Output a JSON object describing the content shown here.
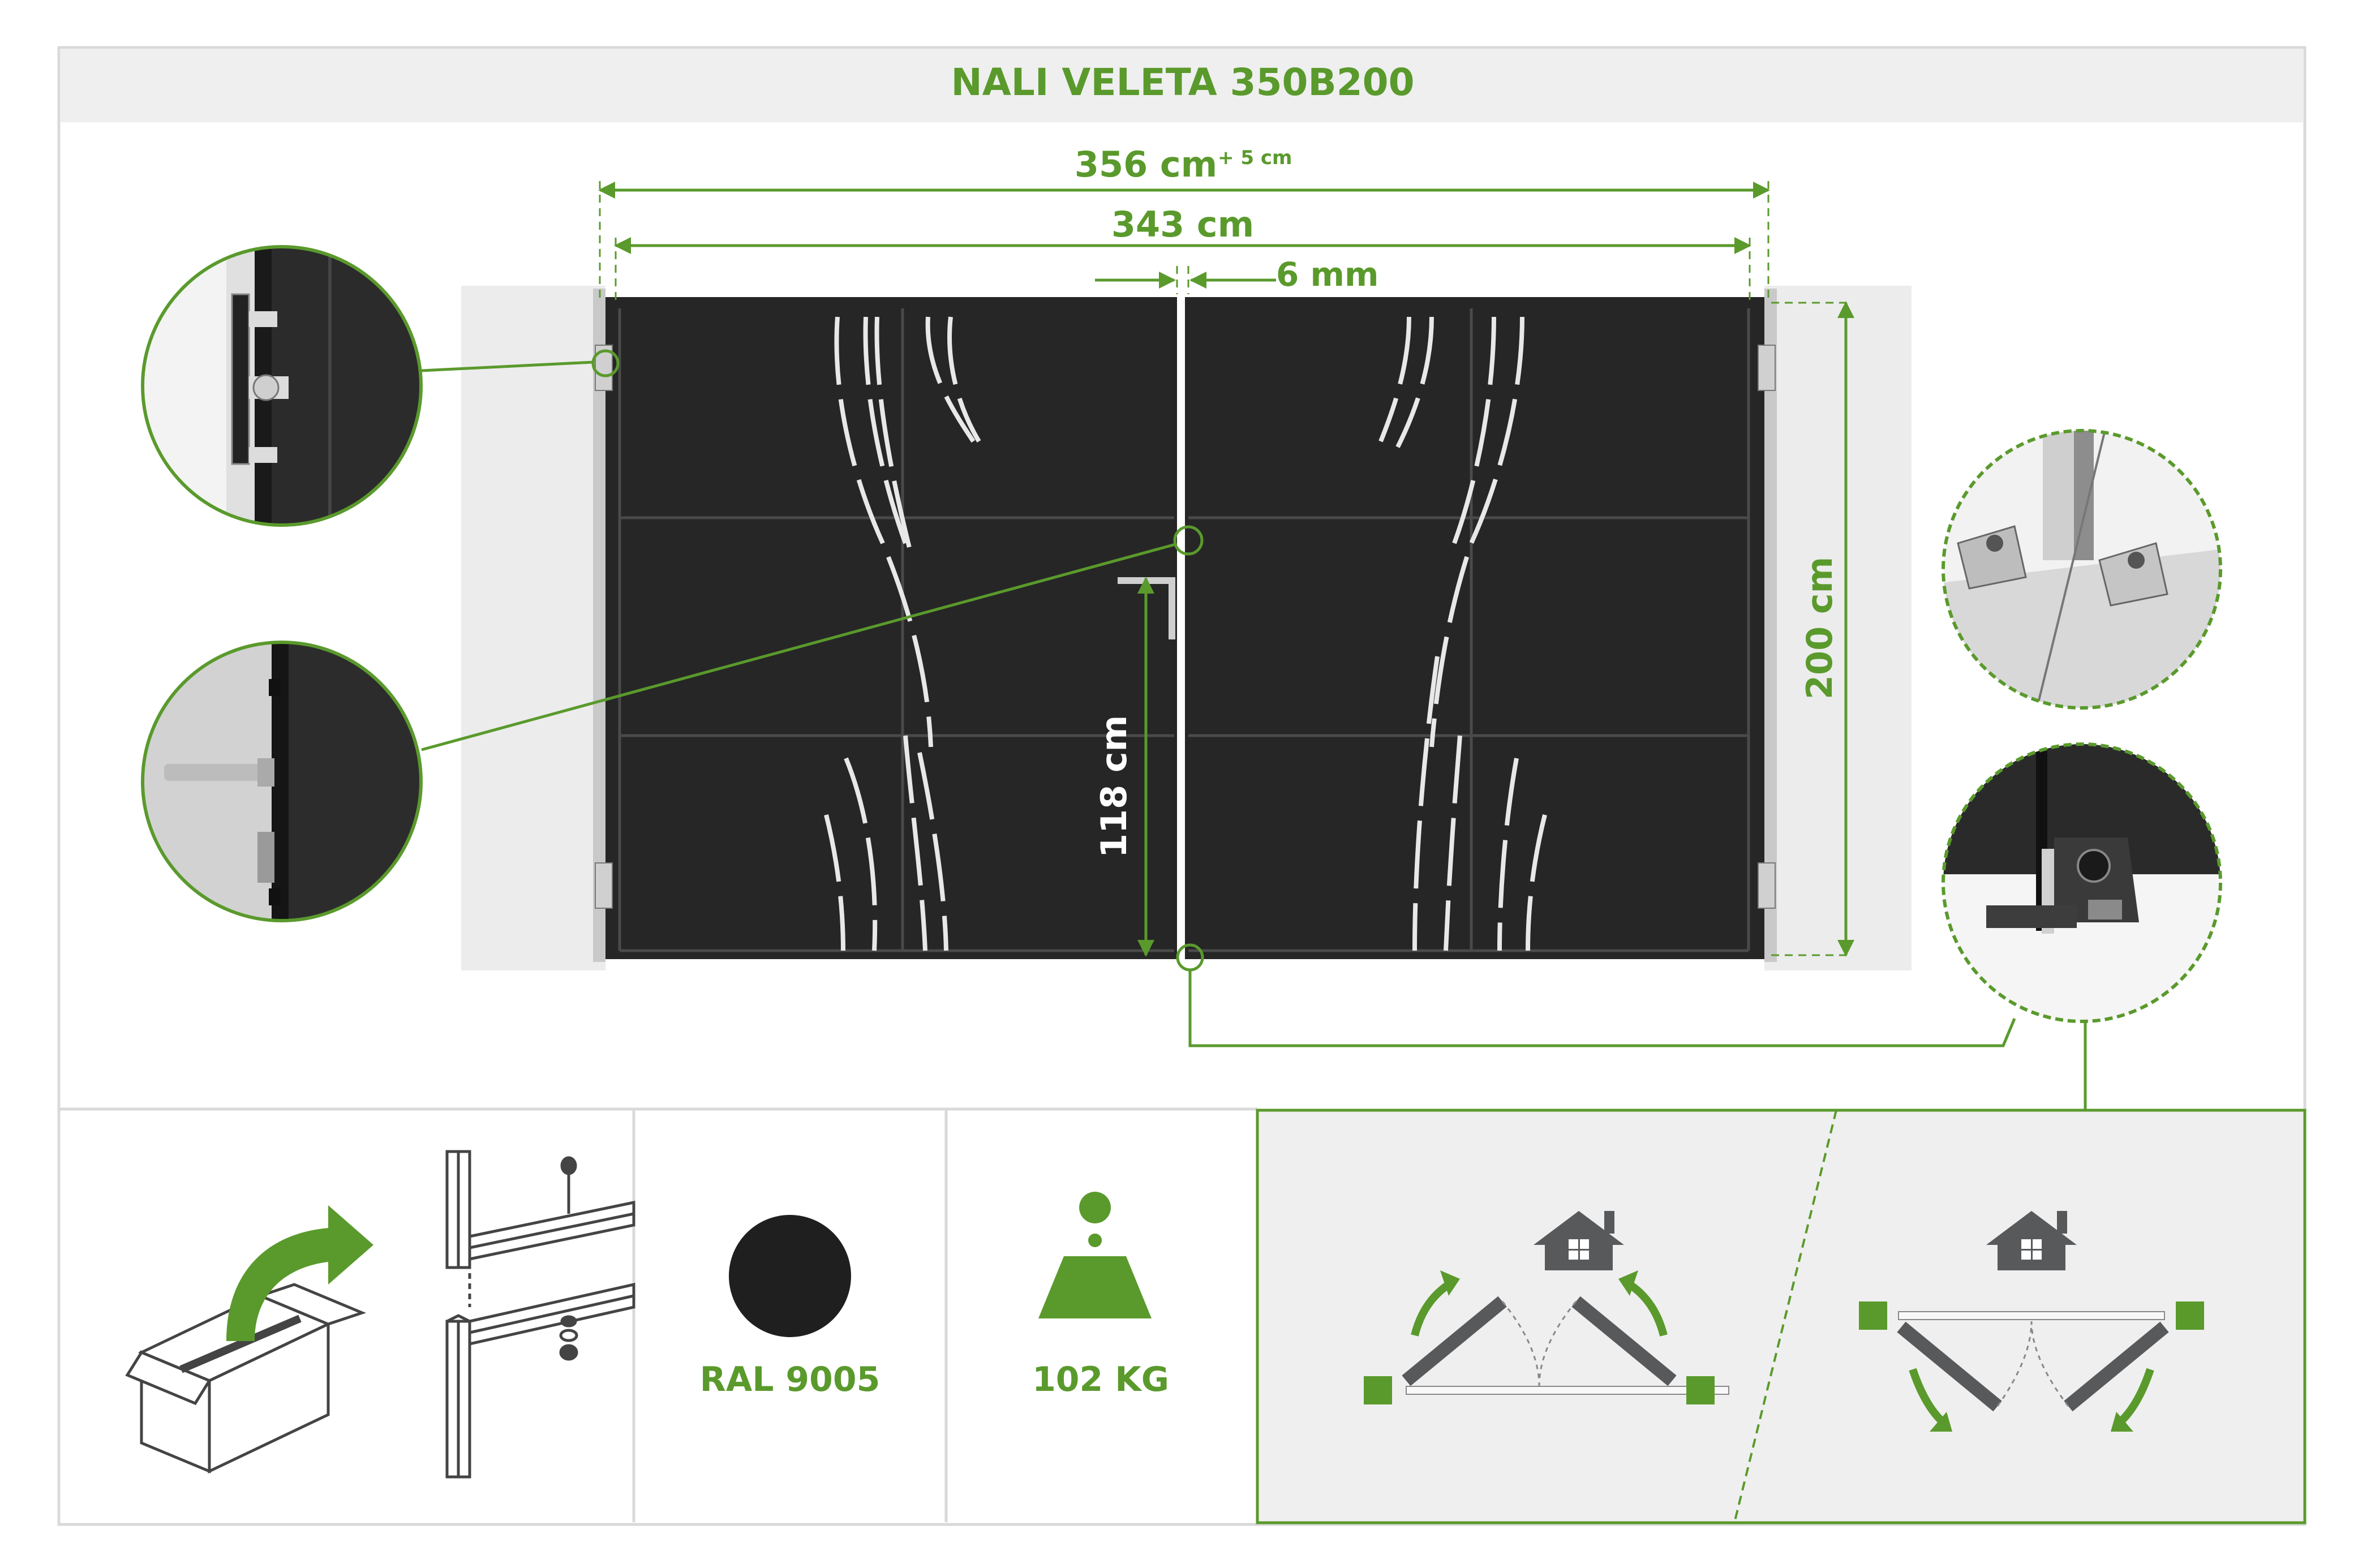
{
  "title": "NALI VELETA 350B200",
  "dimensions": {
    "overall_width": "356 cm",
    "overall_width_tolerance": "+ 5 cm",
    "gate_width": "343 cm",
    "gap": "6 mm",
    "height": "200 cm",
    "handle_height": "118 cm"
  },
  "specs": {
    "color_code": "RAL 9005",
    "weight": "102 KG"
  },
  "colors": {
    "accent": "#5a9a2c",
    "gate": "#262626",
    "frame": "#dcdcdc",
    "panel_bg": "#efefef",
    "icon_gray": "#58595b"
  },
  "icons": [
    "box-arrow-icon",
    "assembly-icon",
    "color-swatch-icon",
    "weight-icon",
    "house-icon",
    "hinge-detail-icon",
    "handle-detail-icon",
    "anchor-plate-detail-icon",
    "drop-bolt-detail-icon"
  ]
}
